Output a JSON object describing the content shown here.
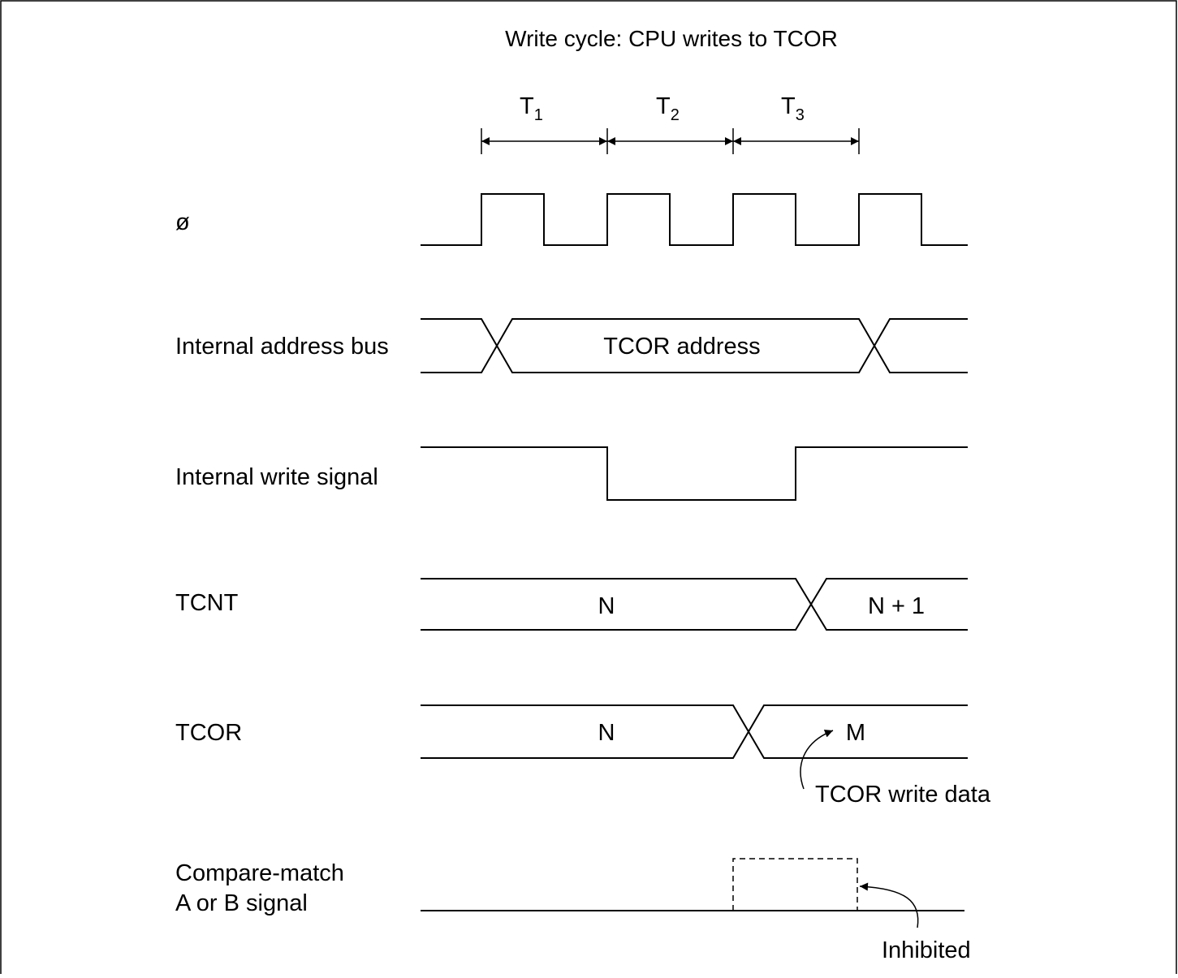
{
  "title": "Write cycle: CPU writes to TCOR",
  "states": [
    {
      "base": "T",
      "sub": "1"
    },
    {
      "base": "T",
      "sub": "2"
    },
    {
      "base": "T",
      "sub": "3"
    }
  ],
  "signals": {
    "clock": "ø",
    "address_bus": "Internal address bus",
    "write_signal": "Internal write signal",
    "tcnt": "TCNT",
    "tcor": "TCOR",
    "compare_match_line1": "Compare-match",
    "compare_match_line2": "A or B signal"
  },
  "values": {
    "address": "TCOR address",
    "tcnt_before": "N",
    "tcnt_after": "N + 1",
    "tcor_before": "N",
    "tcor_after": "M"
  },
  "annotations": {
    "write_data": "TCOR write data",
    "inhibited": "Inhibited"
  }
}
